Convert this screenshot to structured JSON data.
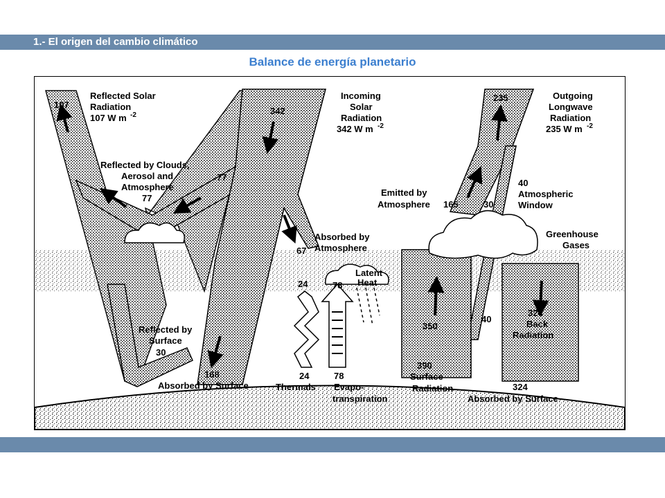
{
  "header": {
    "section_title": "1.- El origen del cambio climático",
    "subtitle": "Balance de energía planetario"
  },
  "diagram": {
    "reflected_solar": {
      "value": "107",
      "line1": "Reflected Solar",
      "line2": "Radiation",
      "line3": "107 W m",
      "exp": "-2"
    },
    "reflected_clouds": {
      "line1": "Reflected by Clouds,",
      "line2": "Aerosol and",
      "line3": "Atmosphere",
      "value": "77",
      "flow_value": "77"
    },
    "incoming_solar": {
      "value": "342",
      "line1": "Incoming",
      "line2": "Solar",
      "line3": "Radiation",
      "line4": "342 W m",
      "exp": "-2"
    },
    "absorbed_atmosphere": {
      "value": "67",
      "line1": "Absorbed by",
      "line2": "Atmosphere"
    },
    "reflected_surface": {
      "line1": "Reflected by",
      "line2": "Surface",
      "value": "30"
    },
    "absorbed_surface_solar": {
      "value": "168",
      "label": "Absorbed by Surface"
    },
    "latent_heat": {
      "line1": "Latent",
      "line2": "Heat",
      "value": "78"
    },
    "thermals": {
      "value_top": "24",
      "value_bottom": "24",
      "label": "Thermals"
    },
    "evapotranspiration": {
      "value": "78",
      "line1": "Evapo-",
      "line2": "transpiration"
    },
    "surface_radiation": {
      "value": "390",
      "line1": "Surface",
      "line2": "Radiation",
      "up_value": "350"
    },
    "outgoing_longwave": {
      "value": "235",
      "line1": "Outgoing",
      "line2": "Longwave",
      "line3": "Radiation",
      "line4": "235 W m",
      "exp": "-2"
    },
    "emitted_atmosphere": {
      "line1": "Emitted by",
      "line2": "Atmosphere",
      "value": "165",
      "value2": "30"
    },
    "atmospheric_window": {
      "value": "40",
      "line1": "Atmospheric",
      "line2": "Window",
      "lower_value": "40"
    },
    "greenhouse": {
      "line1": "Greenhouse",
      "line2": "Gases"
    },
    "back_radiation": {
      "value": "324",
      "line1": "Back",
      "line2": "Radiation"
    },
    "absorbed_surface_ir": {
      "value": "324",
      "label": "Absorbed by Surface"
    }
  }
}
